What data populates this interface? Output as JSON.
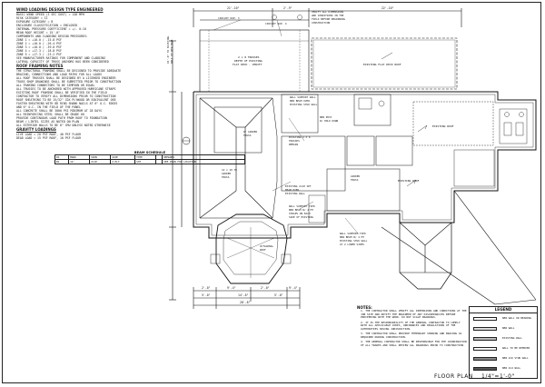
{
  "sheet_title": "FLOOR PLAN",
  "scale": "1/4\"=1'-0\"",
  "design_notes": {
    "heading_1": "WIND LOADING DESIGN TYPE ENGINEERED",
    "lines_1": [
      "BASIC WIND SPEED (3 SEC GUST) = 140 MPH",
      "RISK CATEGORY = II",
      "EXPOSURE CATEGORY = B",
      "ENCLOSURE CLASSIFICATION = ENCLOSED",
      "INTERNAL PRESSURE COEFFICIENT = +/- 0.18",
      "MEAN ROOF HEIGHT = 15'-0\"",
      "COMPONENTS AND CLADDING DESIGN PRESSURES:",
      "ZONE 1 = +10.0 / -15.8 PSF",
      "ZONE 2 = +10.0 / -26.4 PSF",
      "ZONE 3 = +10.0 / -39.0 PSF",
      "ZONE 4 = +17.3 / -18.8 PSF",
      "ZONE 5 = +17.3 / -23.2 PSF",
      "SEE MANUFACTURER RATINGS FOR COMPONENT AND CLADDING",
      "LATERAL CAPACITY OF TRUSS ANCHORS HAS BEEN CONSIDERED"
    ],
    "heading_2": "ROOF FRAMING NOTES",
    "lines_2": [
      "THE STRUCTURAL FRAMING SHALL BE DESIGNED TO PROVIDE ADEQUATE",
      "BRACING, CONNECTIONS AND LOAD PATHS FOR ALL LOADS",
      "ALL ROOF TRUSSES SHALL BE DESIGNED BY A LICENSED ENGINEER",
      "TRUSS SHOP DRAWINGS SHALL BE SUBMITTED PRIOR TO CONSTRUCTION",
      "ALL FRAMING CONNECTORS TO BE SIMPSON OR EQUAL",
      "ALL TRUSSES TO BE ANCHORED WITH APPROVED HURRICANE STRAPS",
      "EXISTING ROOF FRAMING SHALL BE VERIFIED IN THE FIELD",
      "CONTRACTOR TO VERIFY ALL DIMENSIONS PRIOR TO CONSTRUCTION",
      "ROOF SHEATHING TO BE 15/32\" CDX PLYWOOD OR EQUIVALENT OSB",
      "FASTEN SHEATHING WITH 8D RING SHANK NAILS AT 6\" O.C. EDGES",
      "AND 6\" O.C. IN THE FIELD OF THE PANEL",
      "ALL CONCRETE SHALL BE 3000 PSI MINIMUM AT 28 DAYS",
      "ALL REINFORCING STEEL SHALL BE GRADE 60",
      "PROVIDE CONTINUOUS LOAD PATH FROM ROOF TO FOUNDATION",
      "BEAM / LINTEL SIZES AS NOTED ON PLAN",
      "ALL EXTERIOR WALLS TO BE 8\" CMU UNLESS NOTED OTHERWISE"
    ],
    "heading_3": "GRAVITY LOADINGS",
    "lines_3": [
      "LIVE LOAD = 20 PSF ROOF, 40 PSF FLOOR",
      "DEAD LOAD = 15 PSF ROOF, 10 PSF FLOOR"
    ]
  },
  "beam_schedule": {
    "title": "BEAM SCHEDULE",
    "headers": [
      "ID",
      "MARK",
      "SPAN",
      "SIZE",
      "TYPE",
      "",
      "REMARKS"
    ],
    "rows": [
      [
        "B1",
        "12'",
        "2x10",
        "2-PLY",
        "SYP",
        "",
        "SEE PLAN FOR LOCATION"
      ]
    ]
  },
  "top_dims": [
    "21'-10\"",
    "2'-9\"",
    "22'-10\""
  ],
  "callouts": {
    "callout_c": "CIRCUIT DUP. 3",
    "callout_d": "CIRCUIT DUP. 4",
    "note_top_right": [
      "VERIFY ALL DIMENSIONS",
      "AND CONDITIONS IN THE",
      "FIELD BEFORE BEGINNING",
      "CONSTRUCTION"
    ],
    "existing_deck": "EXISTING FLAT DECK ROOF",
    "new_flat_deck": [
      "2 x 8 TRUSSES",
      "DEPTH OF EXISTING",
      "FLAT DECK - VERIFY"
    ],
    "existing_roof_1": "EXISTING ROOF",
    "existing_roof_2": "EXISTING ROOF",
    "new_hip": [
      "6\" GIRDER",
      "TRUSS"
    ],
    "girder_2": [
      "12 x 10 TO",
      "GIRDER",
      "TRUSS"
    ],
    "support_note": [
      "WALL SUPPORT WALL",
      "NEW BEAM OVER",
      "EXISTING STUD WALL"
    ],
    "new_post": [
      "NEW POST",
      "W/ HOLD DOWN"
    ],
    "beam_note_1": [
      "EXISTING 2 X 6",
      "TRUSSES",
      "REMAIN"
    ],
    "beam_note_2": [
      "EXISTING 2x10 SET",
      "BEAM OVER",
      "EXISTING WALL"
    ],
    "girder_label": [
      "GIRDER",
      "TRUSS"
    ],
    "wall_note_bottom": [
      "WALL SUPPORT TIED",
      "NEW BEAM W/ 4 MT",
      "STRAPS ON EACH",
      "SIDE OF EXISTING"
    ],
    "wall_note_right": [
      "WALL SUPPORT TIED",
      "NEW BEAM W/ 4 MT",
      "EXISTING STUD WALL",
      "AT 2 LOWER SIDES"
    ],
    "gazebo_label": [
      "OCTAGONAL",
      "ROOF"
    ],
    "vert_dim_left": "15'-6\" TO EXISTING",
    "vert_dim_left_2": "WALL OF NEW HALL",
    "bottom_dims": [
      "2'-0\"",
      "9'-4\"",
      "2'-0\"",
      "9'-4\""
    ],
    "bottom_dims_2": [
      "5'-0\"",
      "14'-8\"",
      "5'-0\""
    ],
    "bottom_total": "28'-8\""
  },
  "notes": {
    "title": "NOTES:",
    "paras": [
      "1. THE CONTRACTOR SHALL VERIFY ALL DIMENSIONS AND CONDITIONS AT THE JOB SITE AND NOTIFY THE ENGINEER OF ANY DISCREPANCIES BEFORE PROCEEDING WITH THE WORK. DO NOT SCALE DRAWINGS.",
      "2. IT IS THE RESPONSIBILITY OF THE GENERAL CONTRACTOR TO COMPLY WITH ALL APPLICABLE CODES, ORDINANCES AND REGULATIONS OF THE AUTHORITIES HAVING JURISDICTION.",
      "3. THE CONTRACTOR SHALL PROVIDE TEMPORARY SHORING AND BRACING AS REQUIRED DURING CONSTRUCTION.",
      "4. THE GENERAL CONTRACTOR SHALL BE RESPONSIBLE FOR THE COORDINATION OF ALL TRADES AND SHALL REVIEW ALL DRAWINGS PRIOR TO CONSTRUCTION."
    ]
  },
  "legend": {
    "title": "LEGEND",
    "items": [
      {
        "label": "NEW WALL OR BEARING",
        "fill": "#ffffff"
      },
      {
        "label": "NEW WALL",
        "fill": "#dddddd"
      },
      {
        "label": "EXISTING WALL",
        "fill": "#bbbbbb"
      },
      {
        "label": "WALL TO BE REMOVED",
        "fill": "#f4f4f4"
      },
      {
        "label": "NEW 2x6 STUD WALL",
        "fill": "#888888"
      },
      {
        "label": "NEW 2x4 WALL",
        "fill": "#555555"
      }
    ]
  }
}
